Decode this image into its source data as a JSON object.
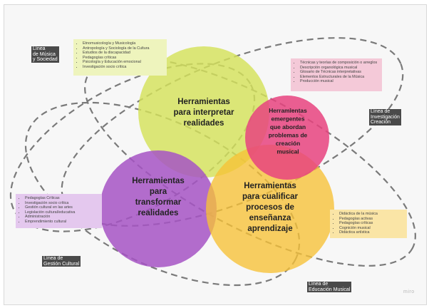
{
  "colors": {
    "interpretar": "#d4e25a",
    "emergentes": "#e8437f",
    "transformar": "#a653c4",
    "cualificar": "#f7c136",
    "note_green": "#eef4bd",
    "note_pink": "#f4c9d8",
    "note_purple": "#e4c8ee",
    "note_yellow": "#fae5a6",
    "dash": "#7a7a7a",
    "tag_bg": "#4a4a4a"
  },
  "circles": {
    "interpretar": {
      "lines": [
        "Herramientas",
        "para interpretar",
        "realidades"
      ]
    },
    "emergentes": {
      "lines": [
        "Herramientas",
        "emergentes",
        "que abordan",
        "problemas de",
        "creación",
        "musical"
      ]
    },
    "transformar": {
      "lines": [
        "Herramientas",
        "para",
        "transformar",
        "realidades"
      ]
    },
    "cualificar": {
      "lines": [
        "Herramientas",
        "para cualificar",
        "procesos de",
        "enseñanza",
        "aprendizaje"
      ]
    }
  },
  "notes": {
    "green": {
      "items": [
        "Etnomusicología y Musicología",
        "Antropología y Sociología de la Cultura",
        "Estudios de la discapacidad",
        "Pedagogías críticas",
        "Psicología y Educación emocional",
        "Investigación socio crítica"
      ]
    },
    "pink": {
      "items": [
        "Técnicas y teorías de composición o arreglos",
        "Descripción organológica musical",
        "Glosario de Técnicas interpretativas",
        "Elementos Estructurales de la Música",
        "Producción musical"
      ]
    },
    "purple": {
      "items": [
        "Pedagogías Críticas",
        "Investigación socio crítica",
        "Gestión cultural en las artes",
        "Legislación cultural/educativa",
        "Administración",
        "Emprendimiento cultural"
      ]
    },
    "yellow": {
      "items": [
        "Didáctica de la música",
        "Pedagogías activas",
        "Pedagogías críticas",
        "Cognición musical",
        "Didáctica artística"
      ]
    }
  },
  "tags": {
    "sociedad": {
      "lines": [
        "Línea",
        "de Música",
        "y Sociedad"
      ]
    },
    "creacion": {
      "lines": [
        "Línea de",
        "Investigación",
        "Creación"
      ]
    },
    "gestion": {
      "lines": [
        "Línea de",
        "Gestión Cultural"
      ]
    },
    "educacion": {
      "lines": [
        "Línea de",
        "Educación Musical"
      ]
    }
  },
  "watermark": "miro"
}
